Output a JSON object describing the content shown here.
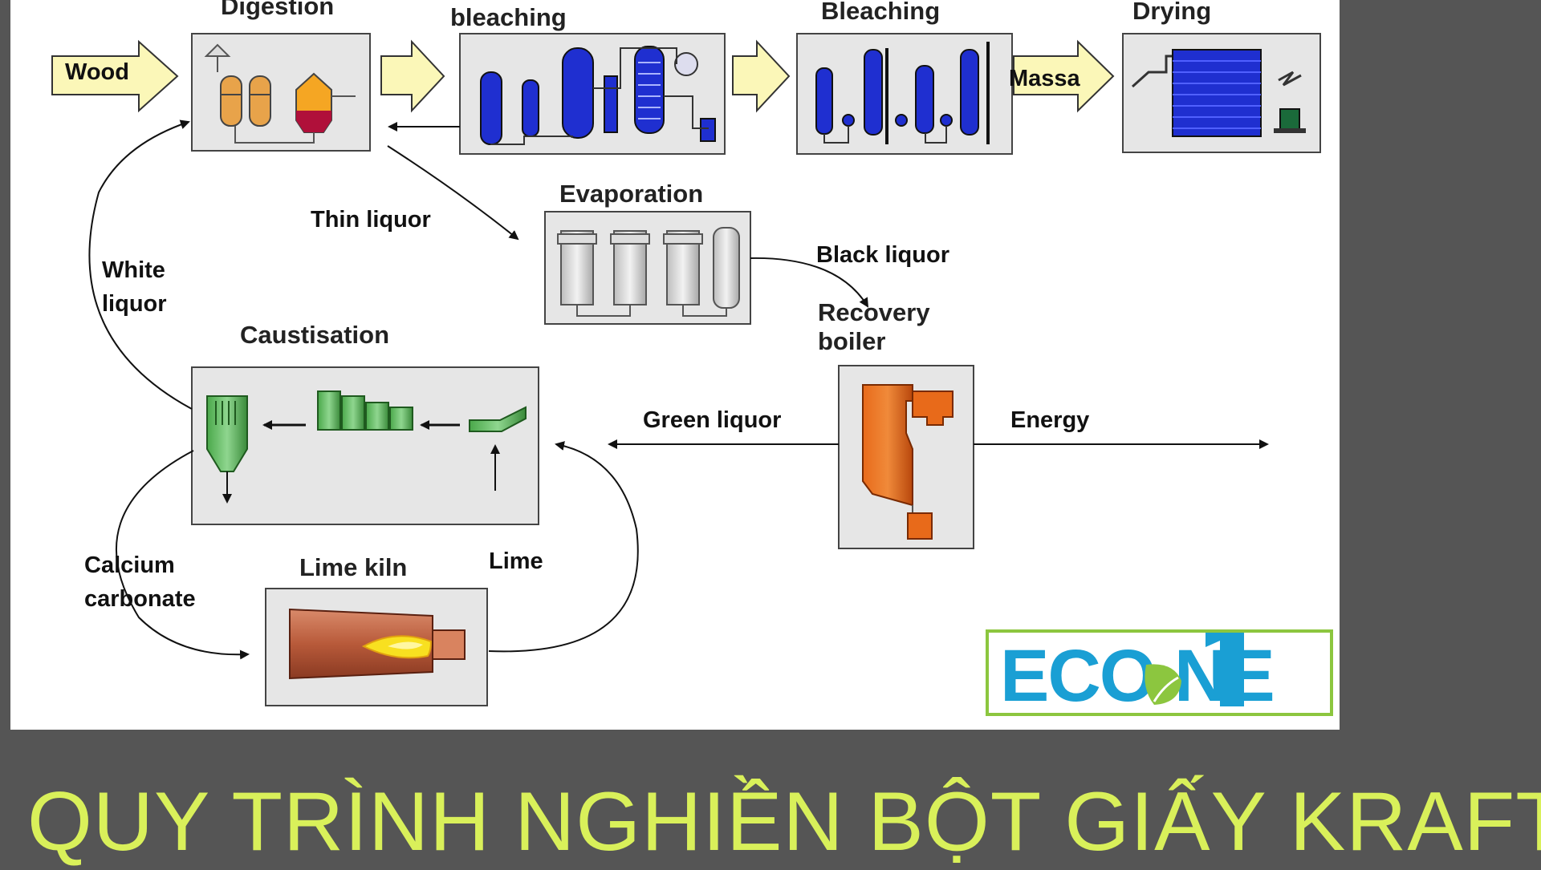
{
  "stages": {
    "digestion": "Digestion",
    "washing": "bleaching",
    "bleaching": "Bleaching",
    "drying": "Drying",
    "evaporation": "Evaporation",
    "recovery": "Recovery\nboiler",
    "caustisation": "Caustisation",
    "lime_kiln": "Lime kiln"
  },
  "flows": {
    "wood": "Wood",
    "massa": "Massa",
    "thin_liquor": "Thin liquor",
    "black_liquor": "Black liquor",
    "white_liquor": "White\nliquor",
    "green_liquor": "Green liquor",
    "energy": "Energy",
    "lime": "Lime",
    "calcium_carbonate": "Calcium\ncarbonate"
  },
  "logo": {
    "text": "ECO NE",
    "brand_color": "#1a9fd4",
    "accent_color": "#8cc63f"
  },
  "title": "QUY TRÌNH NGHIỀN BỘT GIẤY KRAFT",
  "colors": {
    "background": "#555555",
    "title": "#d9f05a",
    "vessel_blue": "#1f2fd0",
    "arrow_fill": "#fbf7b8"
  }
}
